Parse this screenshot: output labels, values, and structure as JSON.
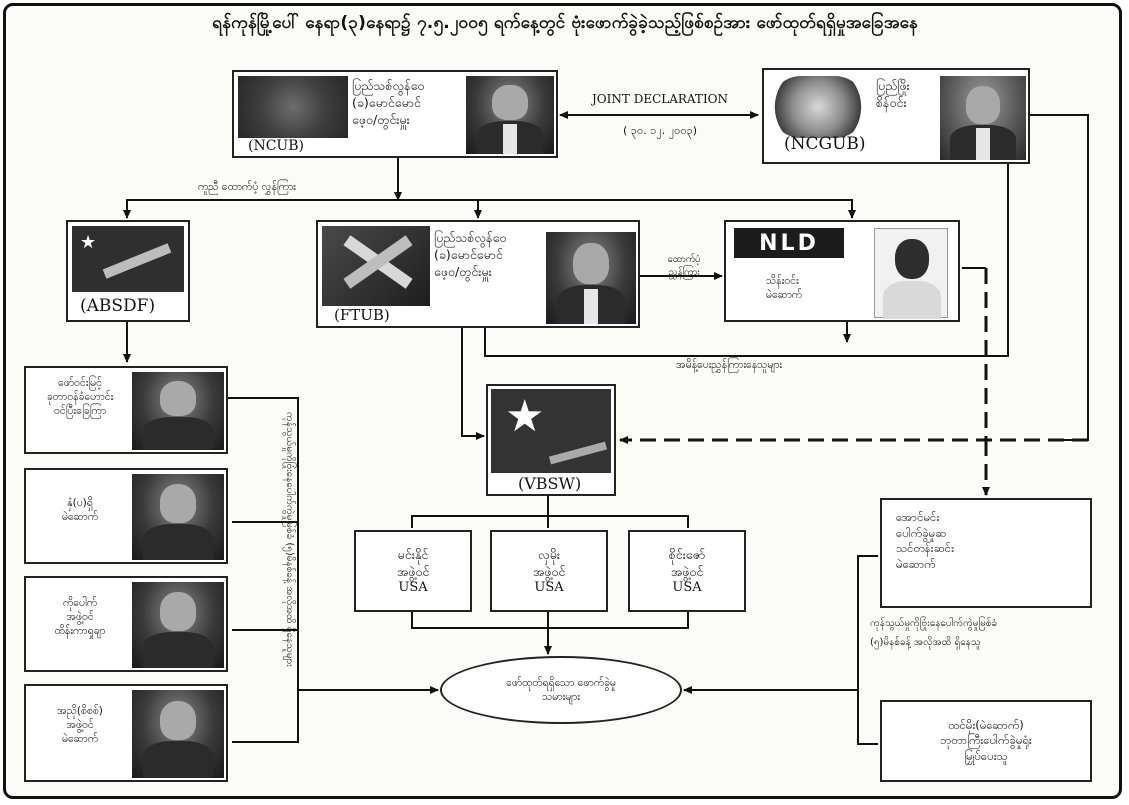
{
  "diagram": {
    "title": "ရန်ကုန်မြို့ပေါ် နေရာ(၃)နေရာ၌ ၇.၅.၂၀၀၅ ရက်နေ့တွင် ဗုံးဖောက်ခွဲခဲ့သည့်ဖြစ်စဉ်အား ဖော်ထုတ်ရရှိမှုအခြေအနေ",
    "joint_declaration": {
      "label": "JOINT DECLARATION",
      "date": "( ၃၀. ၁၂. ၂၀၀၃)"
    },
    "ncub": {
      "tag": "(NCUB)",
      "text": "ပြည်သစ်လွန်ဝေ\n(ခ)မောင်မောင်\nဖေ့ဝ/တွင်းမှူး"
    },
    "ncgub": {
      "tag": "(NCGUB)",
      "text": "ပြည်ဖြိုး\nစိန်ဝင်း"
    },
    "ncub_link_label": "ကူညီ ထောက်ပံ့ လွှန်ကြား",
    "absdf": {
      "tag": "(ABSDF)"
    },
    "ftub": {
      "tag": "(FTUB)",
      "text": "ပြည်သစ်လွန်ဝေ\n(ခ)မောင်မောင်\nဖေ့ဝ/တွင်းမှူး"
    },
    "ftub_link_label": "ထောက်ပံ့\nညွှန်ကြား",
    "nld_box": {
      "logo_text": "NLD",
      "text": "သိန်းဝင်း\nမဲဆောက်"
    },
    "instruction_note": "အမိန့်ပေးညွှန်ကြားနေသူများ",
    "vbsw": {
      "tag": "(VBSW)"
    },
    "left_people": [
      {
        "text": "ဖော်ဝင်းမြင့်\nခုတာဝန်ခံဟောင်း\nဝင်ပြီးခြေကြာ"
      },
      {
        "text": "နှံ(ပ)ရှိ\nမဲဆောက်"
      },
      {
        "text": "ကိုပေါက်\nအဖွဲ့ဝင်\nထိန်းကာရှုချာ"
      },
      {
        "text": "အညို(စိစစ်)\nအဖွဲ့ဝင်\nမဲဆောက်"
      }
    ],
    "left_side_note": "ကုန်သွယ်မှုကိုဗြုံးနေပေါက်ကွဲမှုမြစ်ခံ (၅)မိနစ်ခန့် အလိုအထိ ရှိနေသူများ",
    "usa_groups": [
      {
        "name": "မင်းနိုင်",
        "role": "အဖွဲ့ဝင်",
        "country": "USA"
      },
      {
        "name": "လှမိုး",
        "role": "အဖွဲ့ဝင်",
        "country": "USA"
      },
      {
        "name": "စိုင်းဇော်",
        "role": "အဖွဲ့ဝင်",
        "country": "USA"
      }
    ],
    "right_box_1": {
      "text": "အောင်မင်း\nပေါက်ခွဲမှုဆ\nသင်တန်းဆင်း\nမဲဆောက်"
    },
    "right_note": "ကုန်သွယ်မှုကိုဗြုံးနေပေါက်ကွဲမှုမြစ်ခံ\n(၅)မိနစ်ခန့် အလိုအထိ ရှိနေသူ",
    "right_box_2": {
      "text": "ထင်မိုး(မဲဆောက်)\nဘုတာကြီးပေါက်ခွဲမှုရုံး\nမြှုပ်ပေးသူ"
    },
    "center_oval": {
      "text": "ဖော်ထုတ်ရရှိသော ဖောက်ခွဲမှု\nသမားများ"
    }
  }
}
